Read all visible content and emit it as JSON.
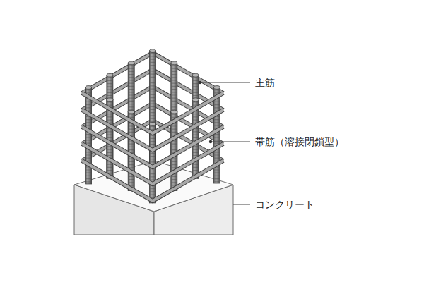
{
  "diagram": {
    "labels": [
      "主筋",
      "帯筋（溶接閉鎖型）",
      "コンクリート"
    ]
  }
}
